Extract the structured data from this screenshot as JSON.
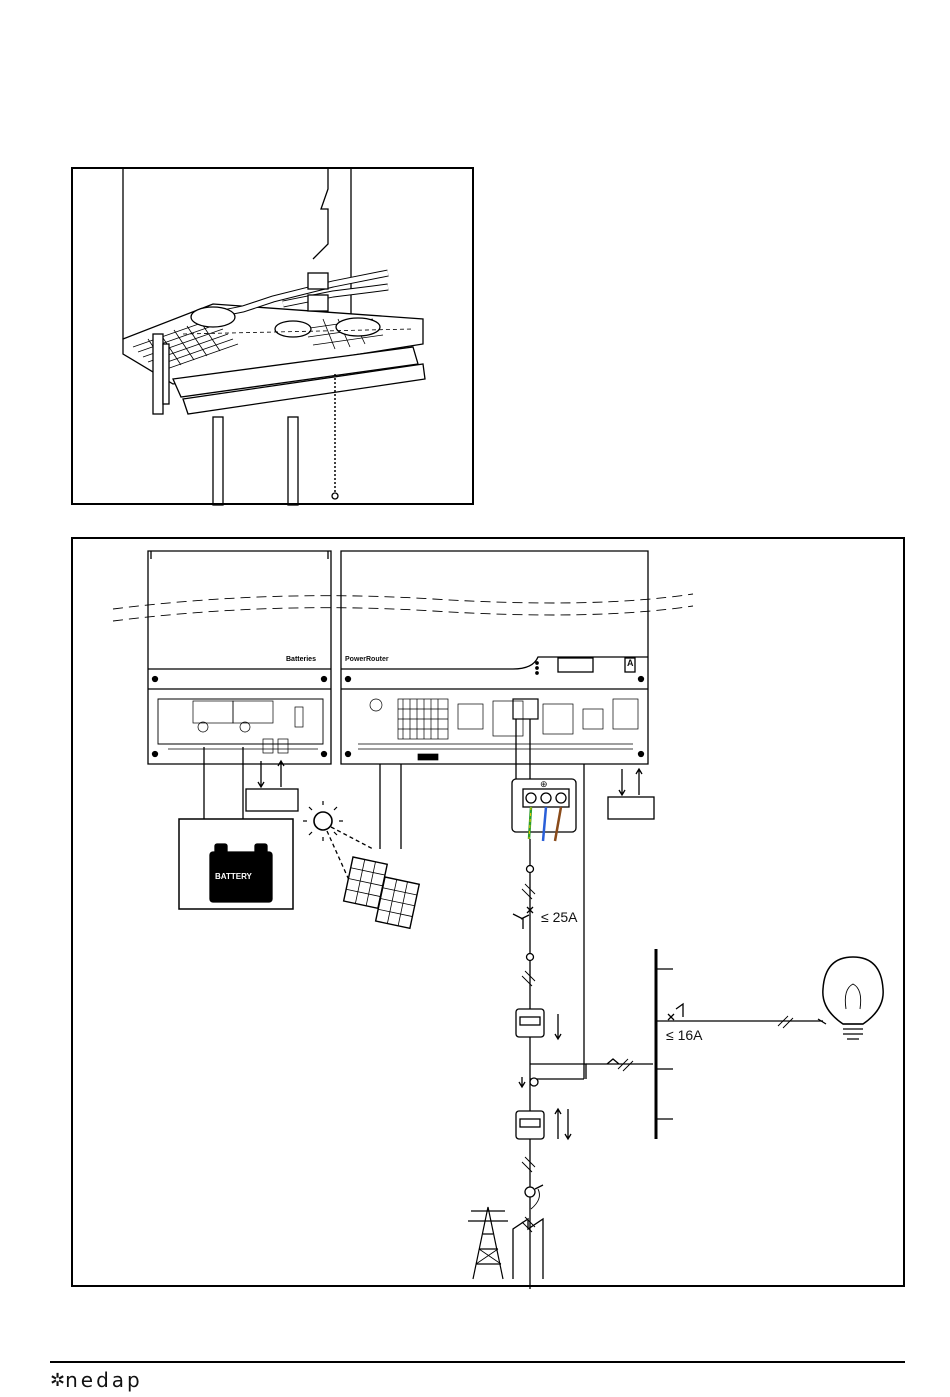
{
  "top_figure": {},
  "bottom_figure": {
    "left_unit_label": "Batteries",
    "right_unit_label": "PowerRouter",
    "front_button_label": "A",
    "battery_label": "BATTERY",
    "ac_terminal_symbol": "⊕",
    "breaker_main_rating": "≤ 25A",
    "breaker_load_rating": "≤ 16A"
  },
  "footer": {
    "logo_text": "nedap",
    "logo_icon": "star-icon"
  }
}
